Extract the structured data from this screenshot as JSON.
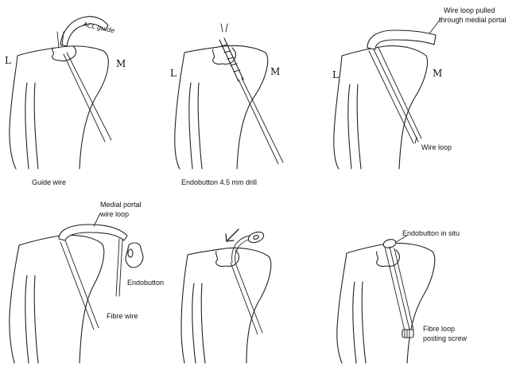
{
  "panels": [
    {
      "id": "panel-1",
      "caption": "Guide wire",
      "side_left": "L",
      "side_right": "M",
      "annotations": [
        "ACL guide"
      ]
    },
    {
      "id": "panel-2",
      "caption": "Endobutton 4.5 mm drill",
      "side_left": "L",
      "side_right": "M",
      "annotations": []
    },
    {
      "id": "panel-3",
      "caption": "",
      "side_left": "L",
      "side_right": "M",
      "annotations": [
        "Wire loop pulled",
        "through medial portal",
        "Wire loop"
      ]
    },
    {
      "id": "panel-4",
      "caption": "",
      "side_left": "",
      "side_right": "",
      "annotations": [
        "Medial portal",
        "wire loop",
        "Endobutton",
        "Fibre wire"
      ]
    },
    {
      "id": "panel-5",
      "caption": "",
      "side_left": "",
      "side_right": "",
      "annotations": []
    },
    {
      "id": "panel-6",
      "caption": "",
      "side_left": "",
      "side_right": "",
      "annotations": [
        "Endobutton in situ",
        "Fibre loop",
        "posting screw"
      ]
    }
  ]
}
